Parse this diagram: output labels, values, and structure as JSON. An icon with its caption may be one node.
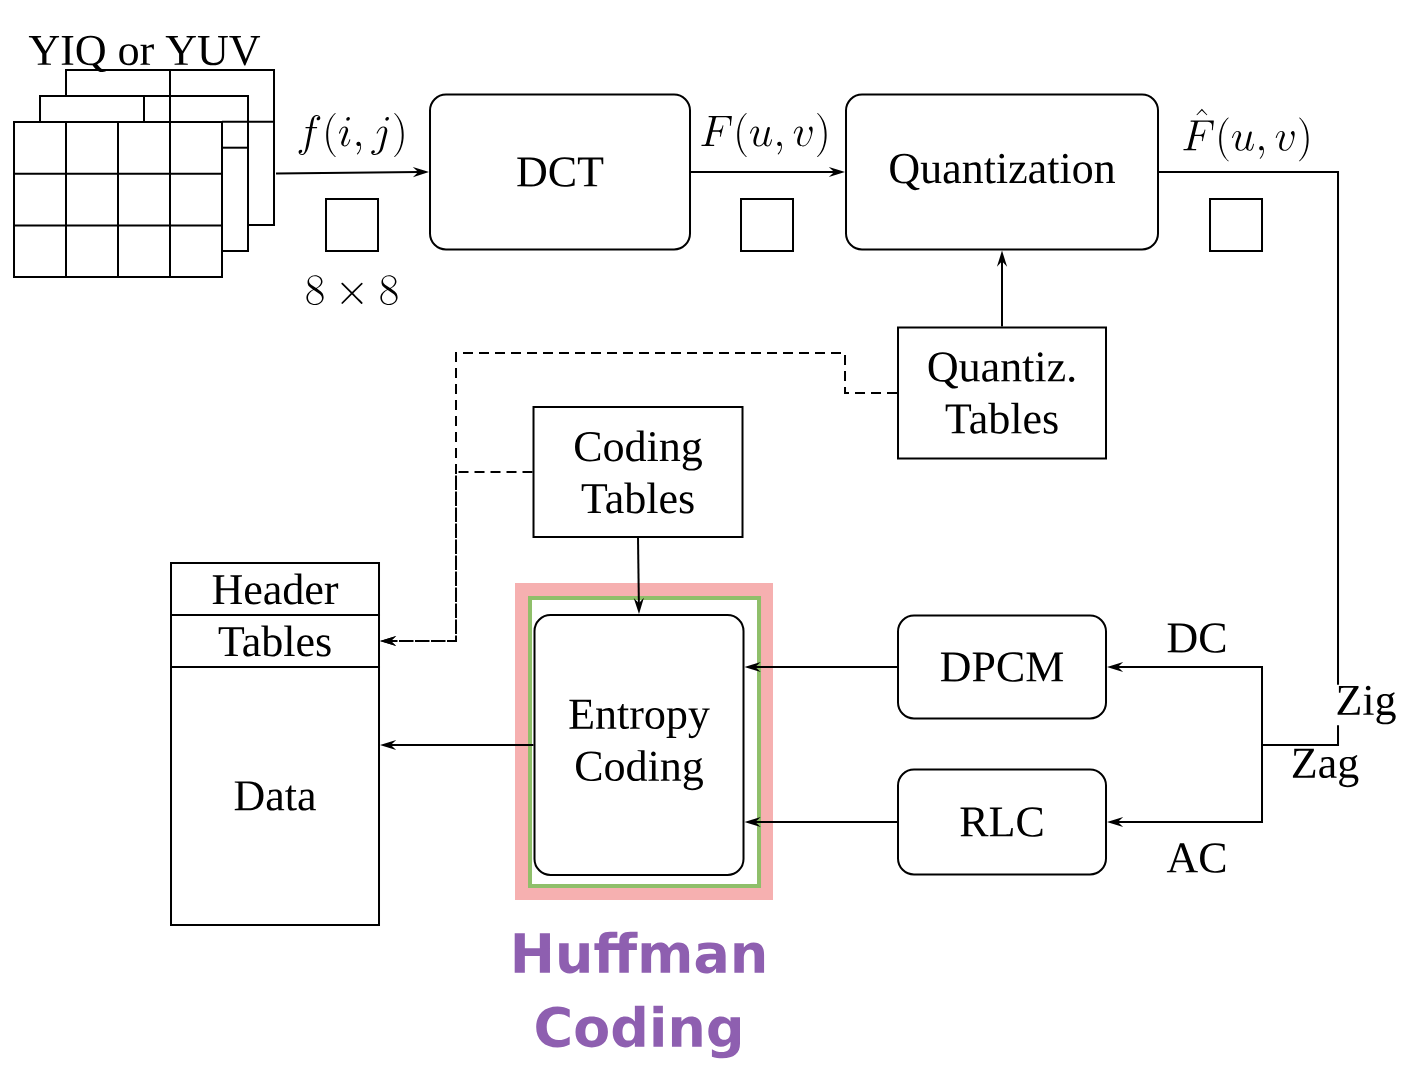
{
  "diagram": {
    "nodes": [
      {
        "text": [
          "YIQ or YUV"
        ]
      },
      {
        "text": [
          "DCT"
        ]
      },
      {
        "text": [
          "Quantization"
        ]
      },
      {
        "text": [
          "Quantiz. Tables"
        ]
      },
      {
        "text": [
          "Coding Tables"
        ]
      },
      {
        "text": [
          "Header"
        ]
      },
      {
        "text": [
          "Tables"
        ]
      },
      {
        "text": [
          "Data"
        ]
      },
      {
        "text": [
          "Entropy Coding"
        ],
        "beside": [
          "Huffman Coding"
        ]
      },
      {
        "text": [
          "DPCM"
        ]
      },
      {
        "text": [
          "RLC"
        ]
      }
    ],
    "edges": [
      {
        "from": 0,
        "to": 1,
        "arrow": "to",
        "label": "f(i,j)"
      },
      {
        "from": 1,
        "to": 2,
        "arrow": "to",
        "label": "F(u,v)"
      },
      {
        "from": 2,
        "to": 9,
        "arrow": "to",
        "label": "DC"
      },
      {
        "from": 2,
        "to": 10,
        "arrow": "to",
        "label": "AC"
      },
      {
        "from": 3,
        "to": 2,
        "arrow": "to"
      },
      {
        "from": 3,
        "to": 6,
        "arrow": "to",
        "style": "dashed"
      },
      {
        "from": 4,
        "to": 6,
        "arrow": "to",
        "style": "dashed"
      },
      {
        "from": 4,
        "to": 8,
        "arrow": "to"
      },
      {
        "from": 9,
        "to": 8,
        "arrow": "to"
      },
      {
        "from": 10,
        "to": 8,
        "arrow": "to"
      },
      {
        "from": 8,
        "to": 7,
        "arrow": "to"
      }
    ],
    "labels": [
      "\\hat{F}(u,v)",
      "8 \\times 8",
      "Zig",
      "Zag"
    ]
  }
}
